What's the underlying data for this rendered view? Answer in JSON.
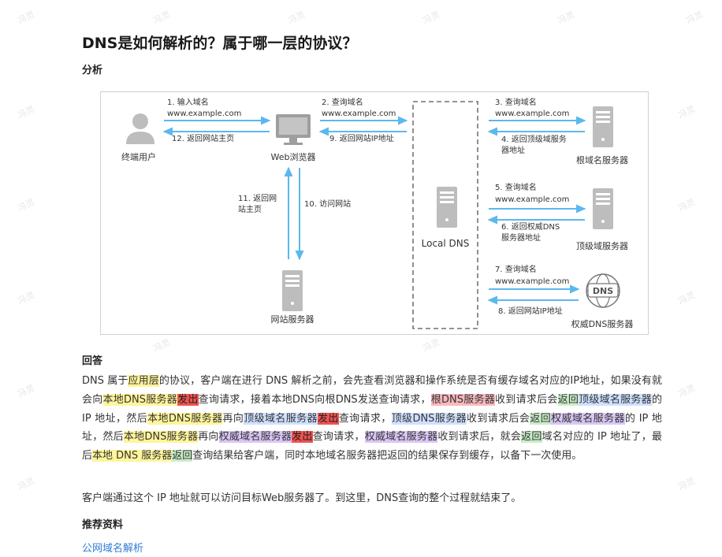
{
  "header": {
    "title": "DNS是如何解析的？属于哪一层的协议？"
  },
  "sections": {
    "analysis": "分析",
    "answer": "回答",
    "recommend": "推荐资料"
  },
  "watermark": "冯灵",
  "diagram": {
    "nodes": {
      "user": "终端用户",
      "browser": "Web浏览器",
      "web_server": "网站服务器",
      "local_dns": "Local DNS",
      "root": "根域名服务器",
      "tld": "顶级域服务器",
      "auth": "权威DNS服务器",
      "dns_badge": "DNS"
    },
    "steps": {
      "s1": "1. 输入域名",
      "s1_url": "www.example.com",
      "s12": "12. 返回网站主页",
      "s2": "2. 查询域名",
      "s2_url": "www.example.com",
      "s9": "9. 返回网站IP地址",
      "s11_l1": "11. 返回网",
      "s11_l2": "站主页",
      "s10": "10. 访问网站",
      "s3": "3. 查询域名",
      "s3_url": "www.example.com",
      "s4_l1": "4. 返回顶级域服务",
      "s4_l2": "器地址",
      "s5": "5. 查询域名",
      "s5_url": "www.example.com",
      "s6_l1": "6. 返回权威DNS",
      "s6_l2": "服务器地址",
      "s7": "7. 查询域名",
      "s7_url": "www.example.com",
      "s8": "8. 返回网站IP地址"
    }
  },
  "answer": {
    "p1": [
      "DNS 属于",
      "应用层",
      "的协议，客户端在进行 DNS 解析之前，会先查看浏览器和操作系统是否有缓存域名对应的IP地址，如果没有就会向",
      "本地DNS服务器",
      "发出",
      "查询请求，接着本地DNS向根DNS发送查询请求，",
      "根DNS服务器",
      "收到请求后会",
      "返回",
      "顶级域名服务器",
      "的 IP 地址，然后",
      "本地DNS服务器",
      "再向",
      "顶级域名服务器",
      "发出",
      "查询请求，",
      "顶级DNS服务器",
      "收到请求后会",
      "返回",
      "权威域名服务器",
      "的 IP 地址，然后",
      "本地DNS服务器",
      "再向",
      "权威域名服务器",
      "发出",
      "查询请求，",
      "权威域名服务器",
      "收到请求后，就会",
      "返回",
      "域名对应的 IP 地址了，最后",
      "本地 DNS 服务器",
      "返回",
      "查询结果给客户端，同时本地域名服务器把返回的结果保存到缓存，以备下一次使用。"
    ],
    "p2": "客户端通过这个 IP 地址就可以访问目标Web服务器了。到这里，DNS查询的整个过程就结束了。"
  },
  "recommend": {
    "link": "公网域名解析"
  },
  "colors": {
    "arrow": "#5bb8ee",
    "icon_gray": "#b8b8b8",
    "hl_yellow": "#fff59a",
    "hl_red": "#ef5350",
    "hl_pink": "#f8b8bc",
    "hl_blue": "#cfe0ff",
    "hl_green": "#c8edc8",
    "hl_violet": "#d9c6f5",
    "link": "#2f7cd6"
  }
}
